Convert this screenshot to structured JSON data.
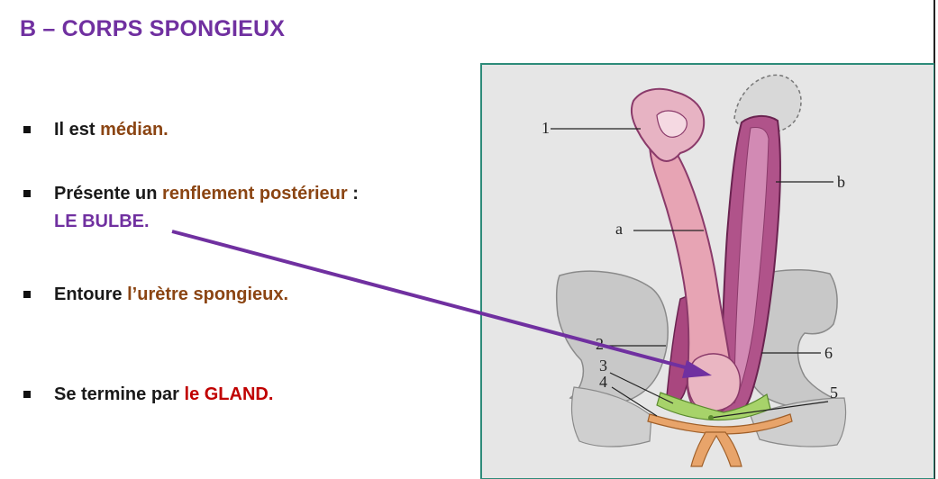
{
  "title": "B –  CORPS SPONGIEUX",
  "bullets": [
    {
      "parts": [
        {
          "t": "Il est ",
          "c": "dark"
        },
        {
          "t": "médian.",
          "c": "brown"
        }
      ]
    },
    {
      "parts": [
        {
          "t": "Présente un ",
          "c": "dark"
        },
        {
          "t": "renflement postérieur",
          "c": "brown"
        },
        {
          "t": " :",
          "c": "dark"
        }
      ],
      "line2": "LE BULBE."
    },
    {
      "parts": [
        {
          "t": "Entoure ",
          "c": "dark"
        },
        {
          "t": "l’urètre spongieux.",
          "c": "brown"
        }
      ]
    },
    {
      "parts": [
        {
          "t": "Se termine par ",
          "c": "dark"
        },
        {
          "t": "le GLAND.",
          "c": "red"
        }
      ]
    }
  ],
  "figure": {
    "labels": {
      "n1": "1",
      "a": "a",
      "b": "b",
      "n2": "2",
      "n3": "3",
      "n4": "4",
      "n5": "5",
      "n6": "6"
    }
  },
  "colors": {
    "title": "#7030a0",
    "brown": "#8b4513",
    "red": "#c00000",
    "arrow": "#7030a0",
    "frame": "#2e8b7a"
  }
}
